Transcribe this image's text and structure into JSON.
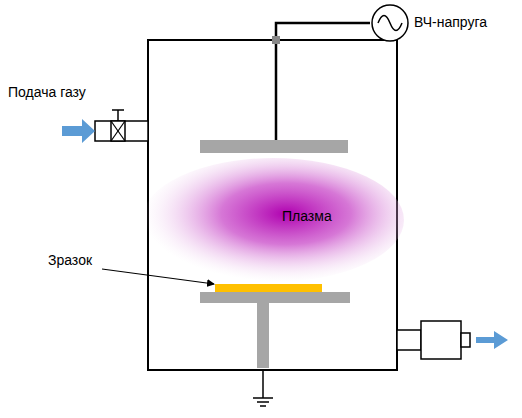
{
  "diagram": {
    "nodes": [
      {
        "text": [
          "Плазма"
        ]
      }
    ],
    "labels": [
      "ВЧ-напруга",
      "Подача газу",
      "Зразок"
    ]
  }
}
